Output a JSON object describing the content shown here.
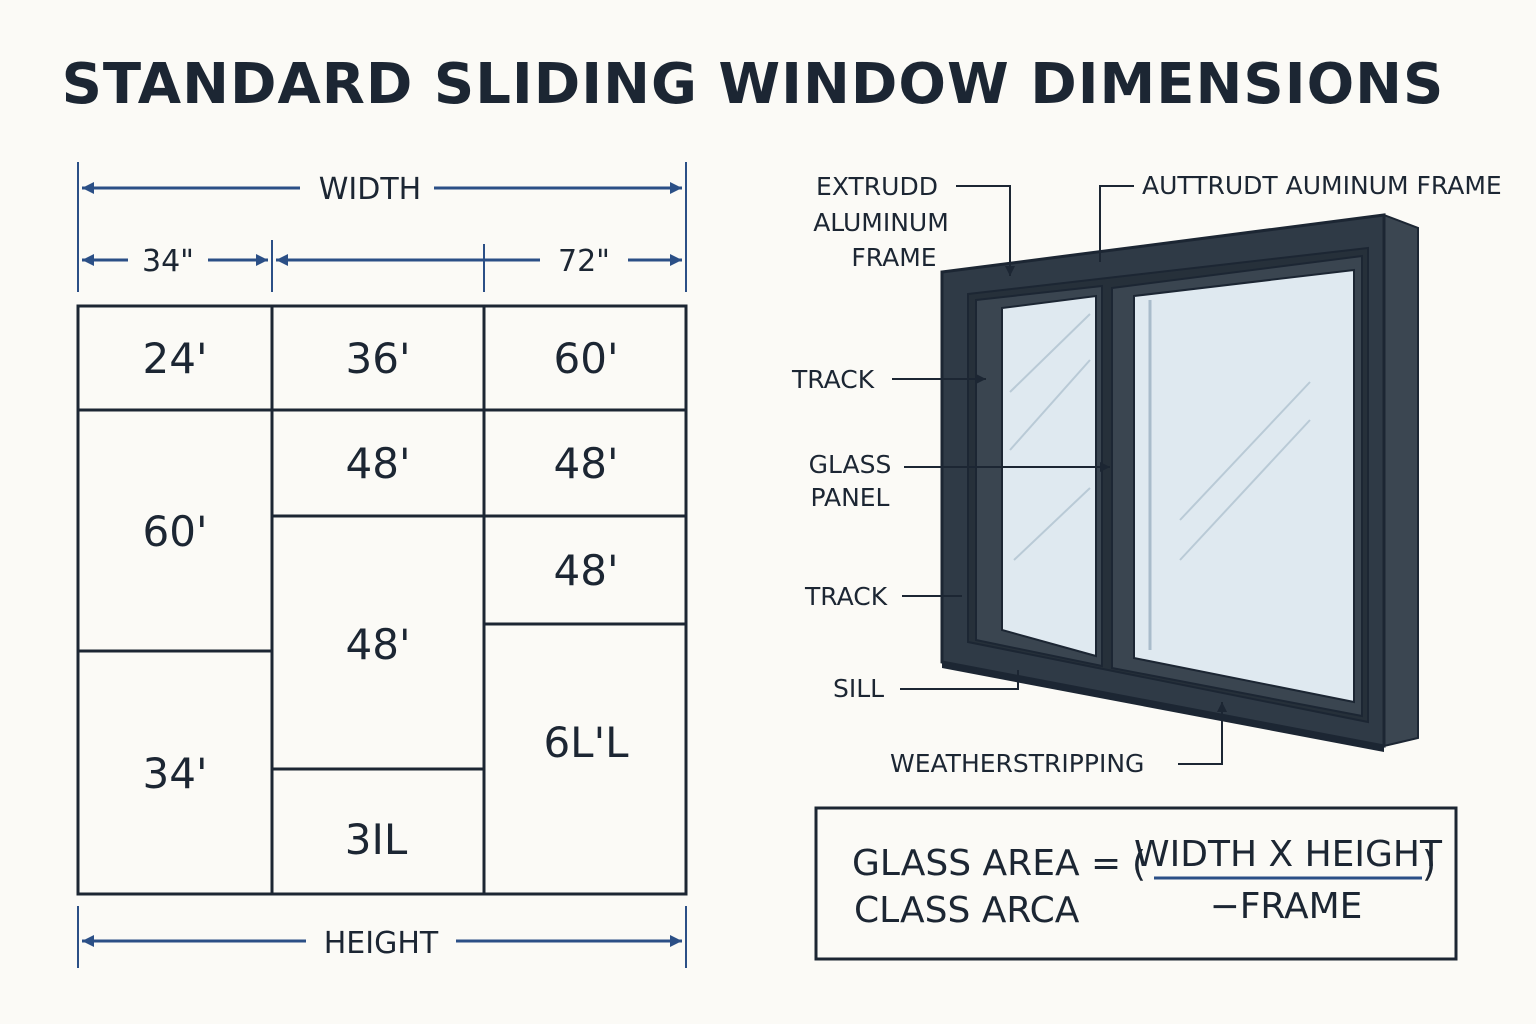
{
  "title": "STANDARD SLIDING WINDOW DIMENSIONS",
  "grid": {
    "width_label": "WIDTH",
    "height_label": "HEIGHT",
    "left_dim": "34\"",
    "right_dim": "72\"",
    "cells": {
      "c1": "24'",
      "c2": "36'",
      "c3": "60'",
      "c4": "60'",
      "c5": "48'",
      "c6": "48'",
      "c7": "48'",
      "c8": "48'",
      "c9": "34'",
      "c10": "3IL",
      "c11": "6L'L"
    }
  },
  "callouts": {
    "frame_left": [
      "EXTRUDD",
      "ALUMINUM",
      "FRAME"
    ],
    "frame_top": "AUTTRUDT AUMINUM FRAME",
    "track_top": "TRACK",
    "glass_panel": [
      "GLASS",
      "PANEL"
    ],
    "track_bottom": "TRACK",
    "sill": "SILL",
    "weatherstripping": "WEATHERSTRIPPING"
  },
  "formula": {
    "line1": "GLASS AREA =",
    "line2": "CLASS ARCA",
    "open_paren": "(",
    "close_paren": ")",
    "numerator": "WIDTH X HEIGHT",
    "denominator": "−FRAME"
  },
  "colors": {
    "ink": "#1c2633",
    "arrow_blue": "#2b4f86",
    "frame_dark": "#2f3a46",
    "glass": "#dfe9f0"
  }
}
